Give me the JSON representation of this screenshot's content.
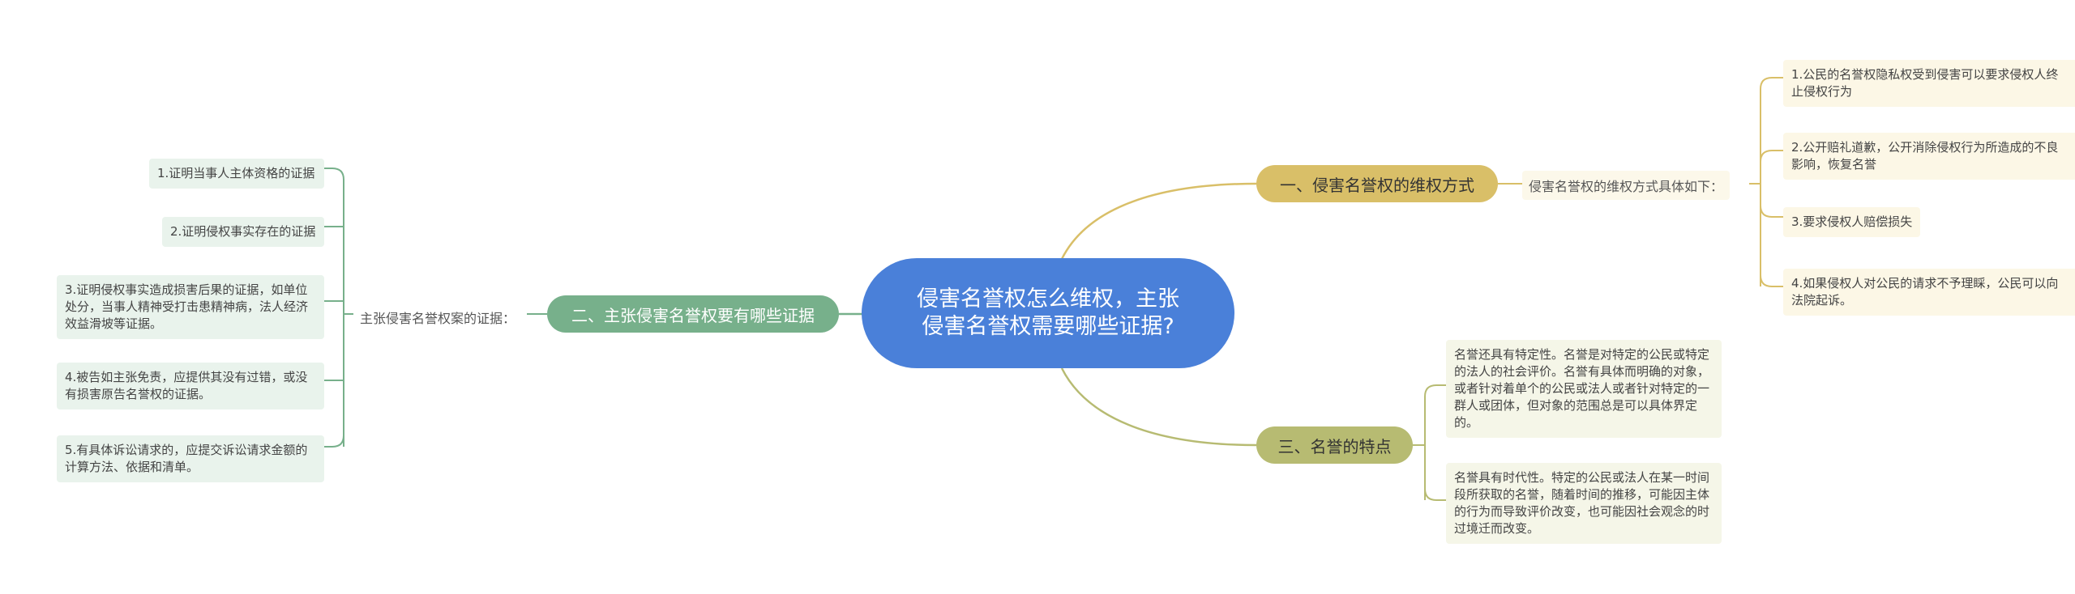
{
  "root": {
    "title": "侵害名誉权怎么维权，主张侵害名誉权需要哪些证据?"
  },
  "branches": [
    {
      "title": "一、侵害名誉权的维权方式",
      "label": "侵害名誉权的维权方式具体如下：",
      "leaves": [
        "1.公民的名誉权隐私权受到侵害可以要求侵权人终止侵权行为",
        "2.公开赔礼道歉，公开消除侵权行为所造成的不良影响，恢复名誉",
        "3.要求侵权人赔偿损失",
        "4.如果侵权人对公民的请求不予理睬，公民可以向法院起诉。"
      ]
    },
    {
      "title": "二、主张侵害名誉权要有哪些证据",
      "label": "主张侵害名誉权案的证据：",
      "leaves": [
        "1.证明当事人主体资格的证据",
        "2.证明侵权事实存在的证据",
        "3.证明侵权事实造成损害后果的证据，如单位处分，当事人精神受打击患精神病，法人经济效益滑坡等证据。",
        "4.被告如主张免责，应提供其没有过错，或没有损害原告名誉权的证据。",
        "5.有具体诉讼请求的，应提交诉讼请求金额的计算方法、依据和清单。"
      ]
    },
    {
      "title": "三、名誉的特点",
      "leaves": [
        "名誉还具有特定性。名誉是对特定的公民或特定的法人的社会评价。名誉有具体而明确的对象，或者针对着单个的公民或法人或者针对特定的一群人或团体，但对象的范围总是可以具体界定的。",
        "名誉具有时代性。特定的公民或法人在某一时间段所获取的名誉，随着时间的推移，可能因主体的行为而导致评价改变，也可能因社会观念的时过境迁而改变。"
      ]
    }
  ],
  "colors": {
    "root": "#4a80d9",
    "branch1": "#d9bf68",
    "branch2": "#77b08b",
    "branch3": "#b7bb72"
  }
}
